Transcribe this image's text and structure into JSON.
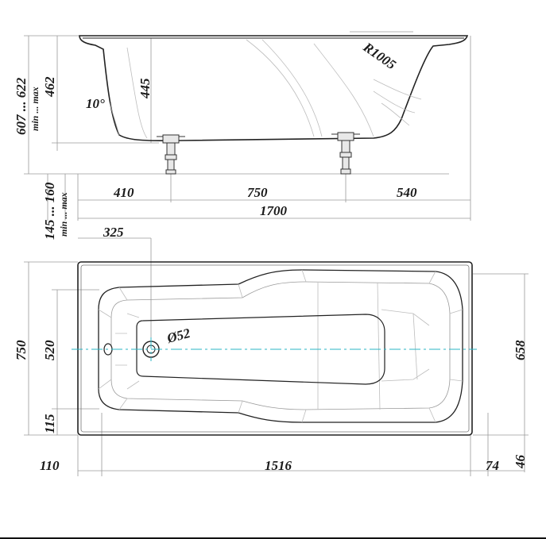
{
  "side_view": {
    "radius_label": "R1005",
    "height_range": "607 ... 622",
    "height_range_note": "min ... max",
    "inner_depth": "462",
    "depth": "445",
    "angle": "10°",
    "leg_height_range": "145 ... 160",
    "leg_height_note": "min ... max",
    "dim_left": "410",
    "dim_mid": "750",
    "dim_right": "540",
    "total_length": "1700"
  },
  "top_view": {
    "offset_label": "325",
    "drain_label": "Ø52",
    "width": "750",
    "inner_width": "520",
    "rim_width": "115",
    "right_width": "658",
    "right_rim": "46",
    "left_margin": "110",
    "inner_length": "1516",
    "right_margin": "74"
  }
}
